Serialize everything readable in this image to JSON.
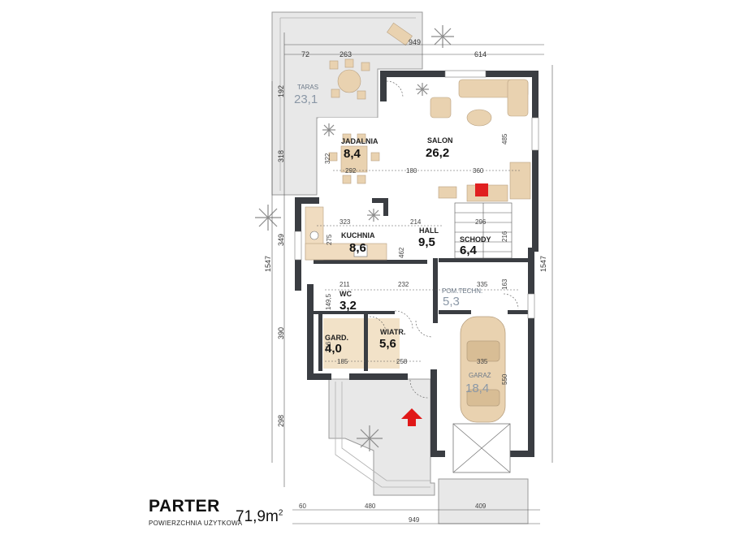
{
  "floor": {
    "title": "PARTER",
    "subtitle": "POWIERZCHNIA UŻYTKOWA",
    "total_area": "71,9m",
    "area_unit_sup": "2"
  },
  "rooms": {
    "taras": {
      "name": "TARAS",
      "area": "23,1"
    },
    "jadalnia": {
      "name": "JADALNIA",
      "area": "8,4"
    },
    "salon": {
      "name": "SALON",
      "area": "26,2"
    },
    "kuchnia": {
      "name": "KUCHNIA",
      "area": "8,6"
    },
    "hall": {
      "name": "HALL",
      "area": "9,5"
    },
    "schody": {
      "name": "SCHODY",
      "area": "6,4"
    },
    "wc": {
      "name": "WC",
      "area": "3,2"
    },
    "pomtech": {
      "name": "POM.TECHN.",
      "area": "5,3"
    },
    "gard": {
      "name": "GARD.",
      "area": "4,0"
    },
    "wiatr": {
      "name": "WIATR.",
      "area": "5,6"
    },
    "garaz": {
      "name": "GARAŻ",
      "area": "18,4"
    }
  },
  "dimensions": {
    "top_total": "949",
    "top_left": "72",
    "top_mid": "263",
    "top_right": "614",
    "left_total": "1547",
    "right_total": "1547",
    "left_192": "192",
    "left_318": "318",
    "left_349": "349",
    "left_390": "390",
    "left_298": "298",
    "in_322": "322",
    "in_292": "292",
    "in_180": "180",
    "in_360": "360",
    "in_485": "485",
    "in_323": "323",
    "in_214": "214",
    "in_296": "296",
    "in_216a": "216",
    "in_275": "275",
    "in_462": "462",
    "in_211": "211",
    "in_232": "232",
    "in_335a": "335",
    "in_163": "163",
    "in_1495": "149,5",
    "in_216b": "216",
    "in_185": "185",
    "in_258": "258",
    "in_335b": "335",
    "in_550": "550",
    "bottom_60": "60",
    "bottom_480": "480",
    "bottom_409": "409",
    "bottom_total": "949"
  },
  "colors": {
    "wall": "#3a3d42",
    "floor_tan": "#f0dcc0",
    "furniture": "#e9d2b0",
    "terrace": "#e8e8e8",
    "outline": "#9a9a9a",
    "arrow": "#e01818",
    "ext_text": "#8a97a6"
  }
}
